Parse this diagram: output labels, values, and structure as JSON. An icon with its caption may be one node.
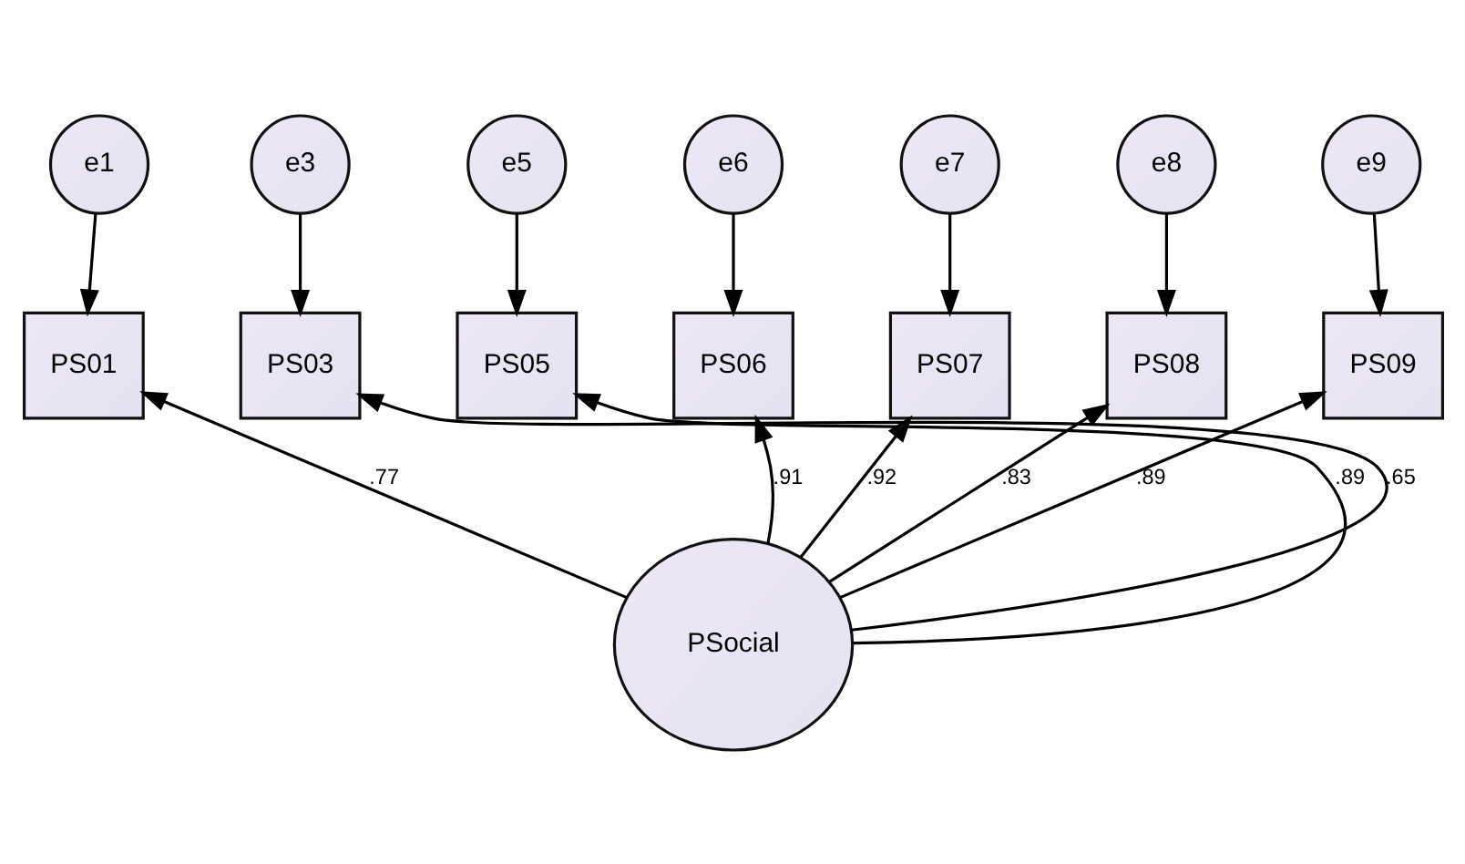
{
  "diagram": {
    "nodes": [
      {
        "text": [
          "e1"
        ]
      },
      {
        "text": [
          "e3"
        ]
      },
      {
        "text": [
          "e5"
        ]
      },
      {
        "text": [
          "e6"
        ]
      },
      {
        "text": [
          "e7"
        ]
      },
      {
        "text": [
          "e8"
        ]
      },
      {
        "text": [
          "e9"
        ]
      },
      {
        "text": [
          "PS01"
        ]
      },
      {
        "text": [
          "PS03"
        ]
      },
      {
        "text": [
          "PS05"
        ]
      },
      {
        "text": [
          "PS06"
        ]
      },
      {
        "text": [
          "PS07"
        ]
      },
      {
        "text": [
          "PS08"
        ]
      },
      {
        "text": [
          "PS09"
        ]
      },
      {
        "text": [
          "PSocial"
        ]
      }
    ],
    "edges": [
      {
        "from": 0,
        "to": 7,
        "arrow": "to"
      },
      {
        "from": 1,
        "to": 8,
        "arrow": "to"
      },
      {
        "from": 2,
        "to": 9,
        "arrow": "to"
      },
      {
        "from": 3,
        "to": 10,
        "arrow": "to"
      },
      {
        "from": 4,
        "to": 11,
        "arrow": "to"
      },
      {
        "from": 5,
        "to": 12,
        "arrow": "to"
      },
      {
        "from": 6,
        "to": 13,
        "arrow": "to"
      },
      {
        "from": 14,
        "to": 7,
        "arrow": "to",
        "label": ".77"
      },
      {
        "from": 14,
        "to": 8,
        "arrow": "to",
        "label": ".65"
      },
      {
        "from": 14,
        "to": 9,
        "arrow": "to",
        "label": ".89"
      },
      {
        "from": 14,
        "to": 10,
        "arrow": "to",
        "label": ".91"
      },
      {
        "from": 14,
        "to": 11,
        "arrow": "to",
        "label": ".92"
      },
      {
        "from": 14,
        "to": 12,
        "arrow": "to",
        "label": ".83"
      },
      {
        "from": 14,
        "to": 13,
        "arrow": "to",
        "label": ".89"
      }
    ]
  }
}
